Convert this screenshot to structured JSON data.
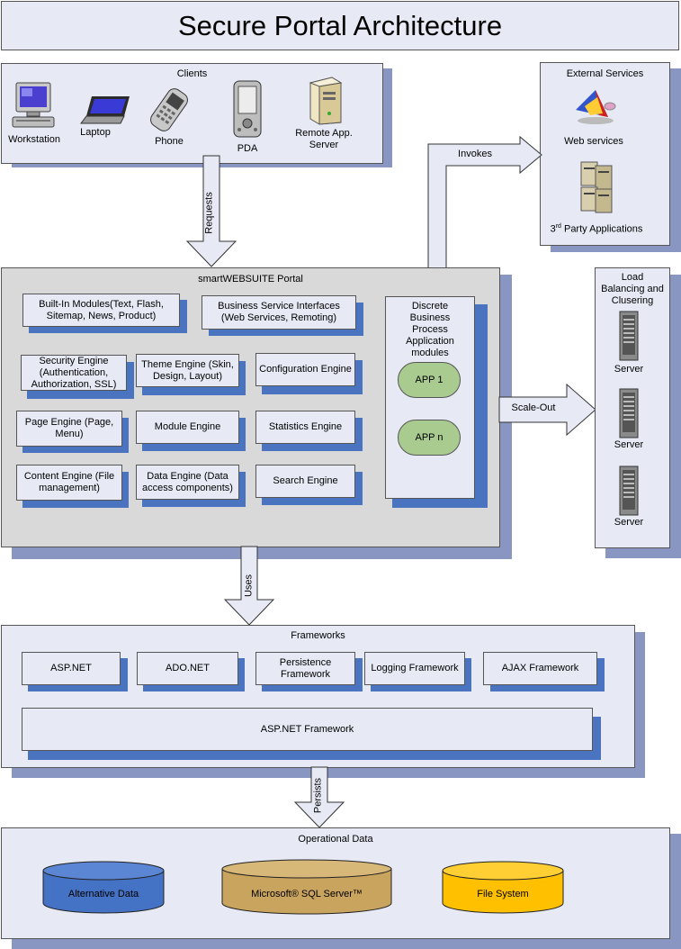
{
  "title": "Secure Portal Architecture",
  "clients": {
    "title": "Clients",
    "items": [
      {
        "label": "Workstation",
        "icon": "workstation-icon"
      },
      {
        "label": "Laptop",
        "icon": "laptop-icon"
      },
      {
        "label": "Phone",
        "icon": "phone-icon"
      },
      {
        "label": "PDA",
        "icon": "pda-icon"
      },
      {
        "label": "Remote App. Server",
        "icon": "server-icon"
      }
    ]
  },
  "external": {
    "title": "External Services",
    "web_services": "Web services",
    "third_party_pre": "3",
    "third_party_sup": "rd",
    "third_party_post": " Party Applications"
  },
  "arrows": {
    "requests": "Requests",
    "invokes": "Invokes",
    "scale_out": "Scale-Out",
    "uses": "Uses",
    "persists": "Persists"
  },
  "portal": {
    "title": "smartWEBSUITE Portal",
    "builtin": "Built-In Modules(Text, Flash, Sitemap, News, Product)",
    "business_service": "Business Service Interfaces (Web Services, Remoting)",
    "security": "Security Engine (Authentication, Authorization, SSL)",
    "theme": "Theme Engine (Skin, Design, Layout)",
    "configuration": "Configuration Engine",
    "page": "Page Engine (Page, Menu)",
    "module": "Module Engine",
    "statistics": "Statistics Engine",
    "content": "Content Engine (File management)",
    "data": "Data Engine (Data access components)",
    "search": "Search Engine",
    "discrete": "Discrete Business Process Application modules",
    "app1": "APP 1",
    "appn": "APP n"
  },
  "load": {
    "title": "Load Balancing and Clusering",
    "servers": [
      "Server",
      "Server",
      "Server"
    ]
  },
  "frameworks": {
    "title": "Frameworks",
    "items": [
      "ASP.NET",
      "ADO.NET",
      "Persistence Framework",
      "Logging Framework",
      "AJAX Framework"
    ],
    "base": "ASP.NET Framework"
  },
  "operational": {
    "title": "Operational Data",
    "dbs": [
      "Alternative Data",
      "Microsoft® SQL Server™",
      "File System"
    ]
  },
  "colors": {
    "panel": "#e7eaf5",
    "portal": "#d9d9d9",
    "shadow": "#8a96c2",
    "box_shadow": "#4a74c0",
    "app_green": "#aacb8f",
    "db_blue": "#4472c4",
    "db_tan": "#c9a45f",
    "db_yellow": "#ffc000"
  }
}
